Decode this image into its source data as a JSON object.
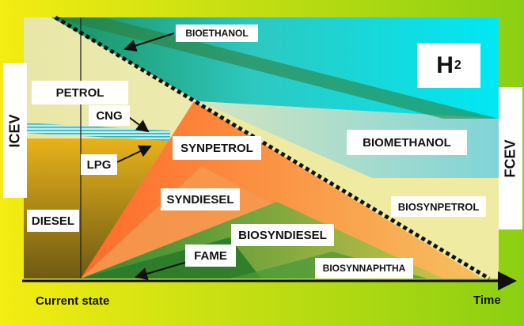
{
  "labels": {
    "bioethanol": "BIOETHANOL",
    "h2_main": "H",
    "h2_sub": "2",
    "petrol": "PETROL",
    "cng": "CNG",
    "lpg": "LPG",
    "synpetrol": "SYNPETROL",
    "biomethanol": "BIOMETHANOL",
    "syndiesel": "SYNDIESEL",
    "biosynpetrol": "BIOSYNPETROL",
    "diesel": "DIESEL",
    "biosyndiesel": "BIOSYNDIESEL",
    "fame": "FAME",
    "biosynnaphtha": "BIOSYNNAPHTHA",
    "icev": "ICEV",
    "fcev": "FCEV",
    "current_state": "Current state",
    "time": "Time"
  },
  "colors": {
    "background_left": "#f2ea1a",
    "background_right": "#8fcf14",
    "h2_region": "#00e5f0",
    "biomethanol_region": "#a8d8b8",
    "synpetrol_region": "#ff7a30",
    "diesel_region": "#8a6a1a",
    "biosyndiesel_region": "#2f8f3a",
    "bioethanol_band": "#3a8a3a"
  }
}
